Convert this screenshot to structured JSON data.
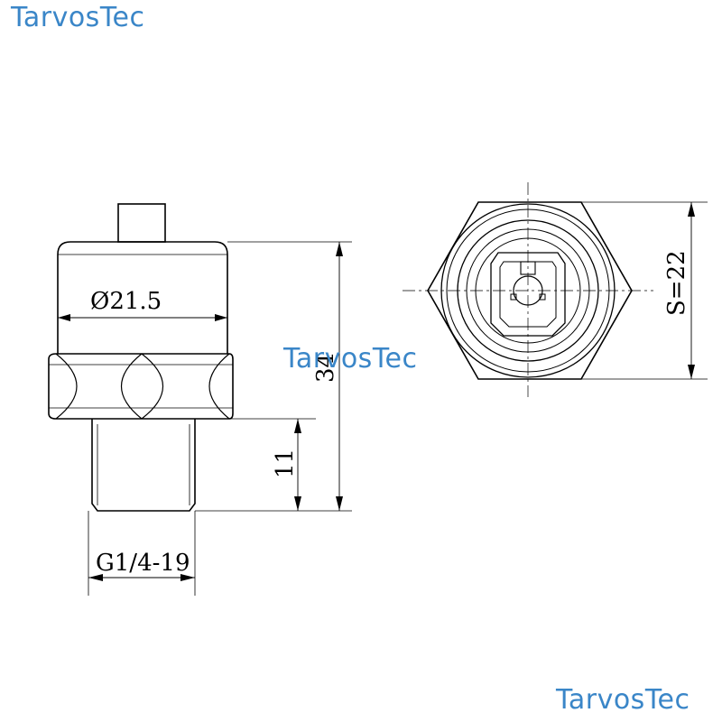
{
  "watermarks": [
    "TarvosTec",
    "TarvosTec",
    "TarvosTec"
  ],
  "dimensions": {
    "body_diameter": "Ø21.5",
    "total_length": "34",
    "thread_length": "11",
    "thread_spec": "G1/4-19",
    "hex_size": "S=22"
  },
  "colors": {
    "watermark": "#3a86c8",
    "line": "#000000",
    "background": "#ffffff"
  }
}
